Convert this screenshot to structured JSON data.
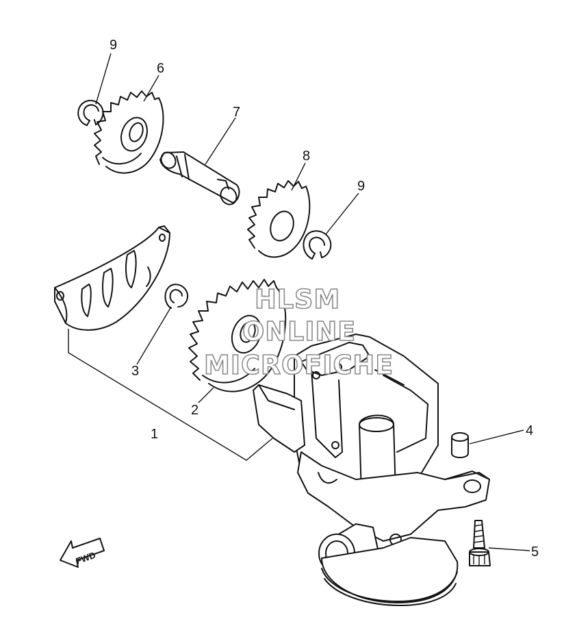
{
  "callouts": {
    "c1": "1",
    "c2": "2",
    "c3": "3",
    "c4": "4",
    "c5": "5",
    "c6": "6",
    "c7": "7",
    "c8": "8",
    "c9a": "9",
    "c9b": "9"
  },
  "watermark": {
    "line1": "HLSM",
    "line2": "ONLINE",
    "line3": "MICROFICHE"
  },
  "direction": "FWD"
}
